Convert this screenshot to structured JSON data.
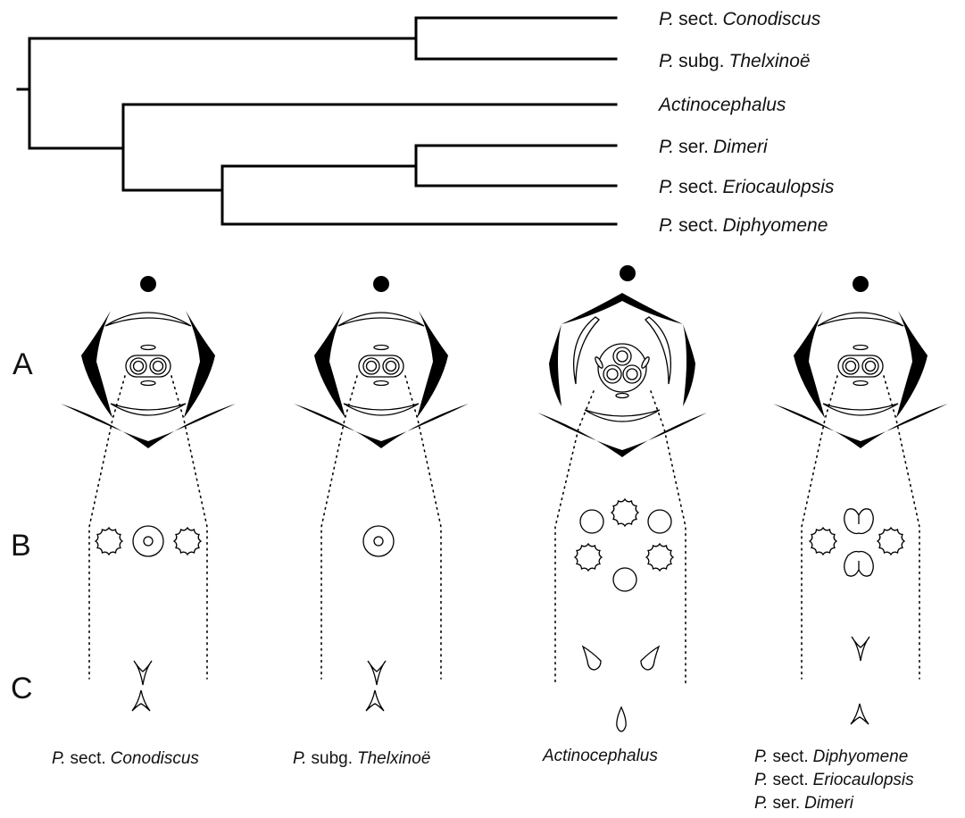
{
  "tree": {
    "taxa": [
      {
        "prefix": "P.",
        "rank": "sect.",
        "name": "Conodiscus"
      },
      {
        "prefix": "P.",
        "rank": "subg.",
        "name": "Thelxinoë"
      },
      {
        "prefix": "",
        "rank": "",
        "name": "Actinocephalus"
      },
      {
        "prefix": "P.",
        "rank": "ser.",
        "name": "Dimeri"
      },
      {
        "prefix": "P.",
        "rank": "sect.",
        "name": "Eriocaulopsis"
      },
      {
        "prefix": "P.",
        "rank": "sect.",
        "name": "Diphyomene"
      }
    ]
  },
  "rows": {
    "a": "A",
    "b": "B",
    "c": "C"
  },
  "captions": [
    {
      "lines": [
        {
          "prefix": "P.",
          "rank": "sect.",
          "name": "Conodiscus"
        }
      ]
    },
    {
      "lines": [
        {
          "prefix": "P.",
          "rank": "subg.",
          "name": "Thelxinoë"
        }
      ]
    },
    {
      "lines": [
        {
          "prefix": "",
          "rank": "",
          "name": "Actinocephalus"
        }
      ]
    },
    {
      "lines": [
        {
          "prefix": "P.",
          "rank": "sect.",
          "name": "Diphyomene"
        },
        {
          "prefix": "P.",
          "rank": "sect.",
          "name": "Eriocaulopsis"
        },
        {
          "prefix": "P.",
          "rank": "ser.",
          "name": "Dimeri"
        }
      ]
    }
  ]
}
